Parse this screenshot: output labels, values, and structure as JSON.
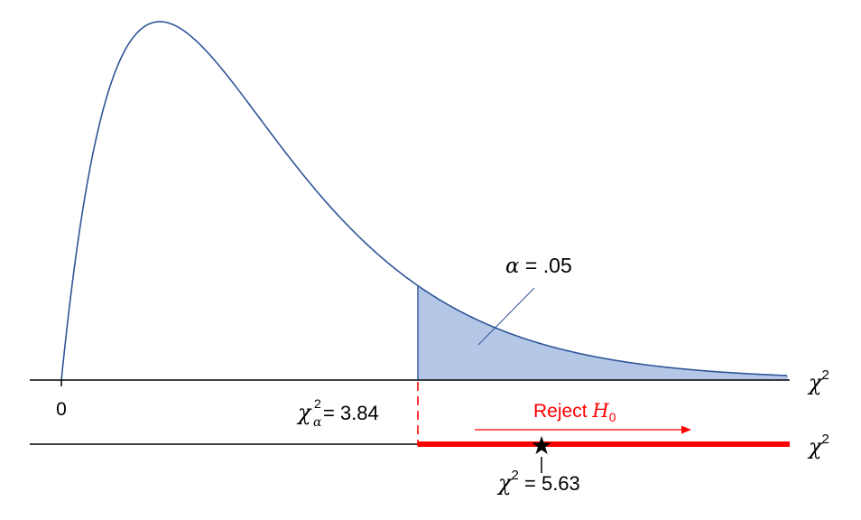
{
  "distribution": {
    "curve_color": "#2f5597",
    "fill_color": "#b4c7e7",
    "critical_value": 3.84,
    "alpha": 0.05
  },
  "labels": {
    "origin": "0",
    "alpha_lhs": "α",
    "alpha_eq": " = .05",
    "axis_top": "χ",
    "axis_top_sup": "2",
    "axis_bottom": "χ",
    "axis_bottom_sup": "2",
    "crit_chi": "χ",
    "crit_sup": "2",
    "crit_sub": "α",
    "crit_eq": " = 3.84",
    "reject_text": "Reject ",
    "reject_h": "H",
    "reject_sub": "0",
    "stat_chi": "χ",
    "stat_sup": "2",
    "stat_eq": " = 5.63"
  },
  "colors": {
    "reject": "#ff0000",
    "axis": "#000000"
  },
  "test_statistic": {
    "value": 5.63,
    "marker": "star-icon"
  }
}
